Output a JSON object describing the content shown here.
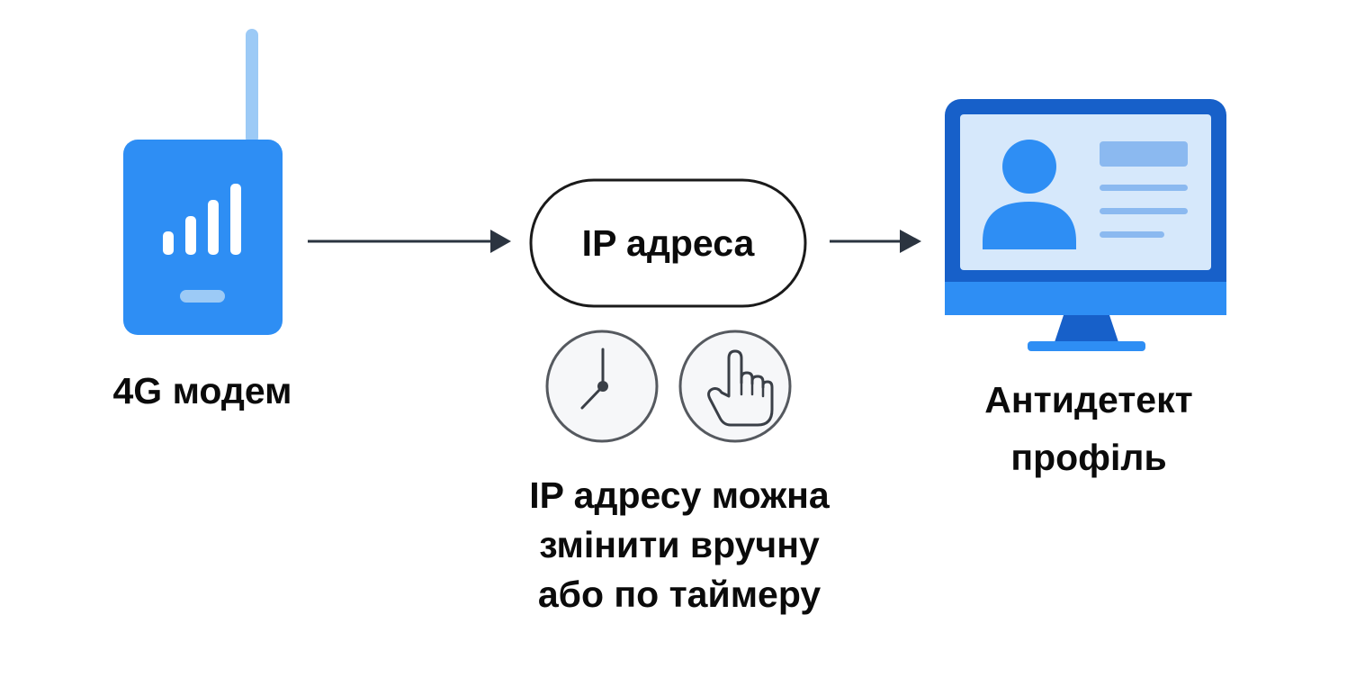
{
  "nodes": {
    "modem": {
      "label": "4G модем",
      "icon": "4g-modem-icon"
    },
    "ip": {
      "label": "IP адреса"
    },
    "profile": {
      "label_line1": "Антидетект",
      "label_line2": "профіль",
      "icon": "monitor-profile-icon"
    }
  },
  "note": {
    "line1": "IP адресу можна",
    "line2": "змінити вручну",
    "line3": "або по таймеру",
    "icons": [
      "clock-icon",
      "hand-pointer-icon"
    ]
  },
  "colors": {
    "primary_blue": "#2e8ef4",
    "dark_blue": "#1760c9",
    "light_blue": "#9ccaf6",
    "screen_bg": "#d6e8fb",
    "arrow": "#2b3440",
    "text": "#0b0b0b"
  }
}
